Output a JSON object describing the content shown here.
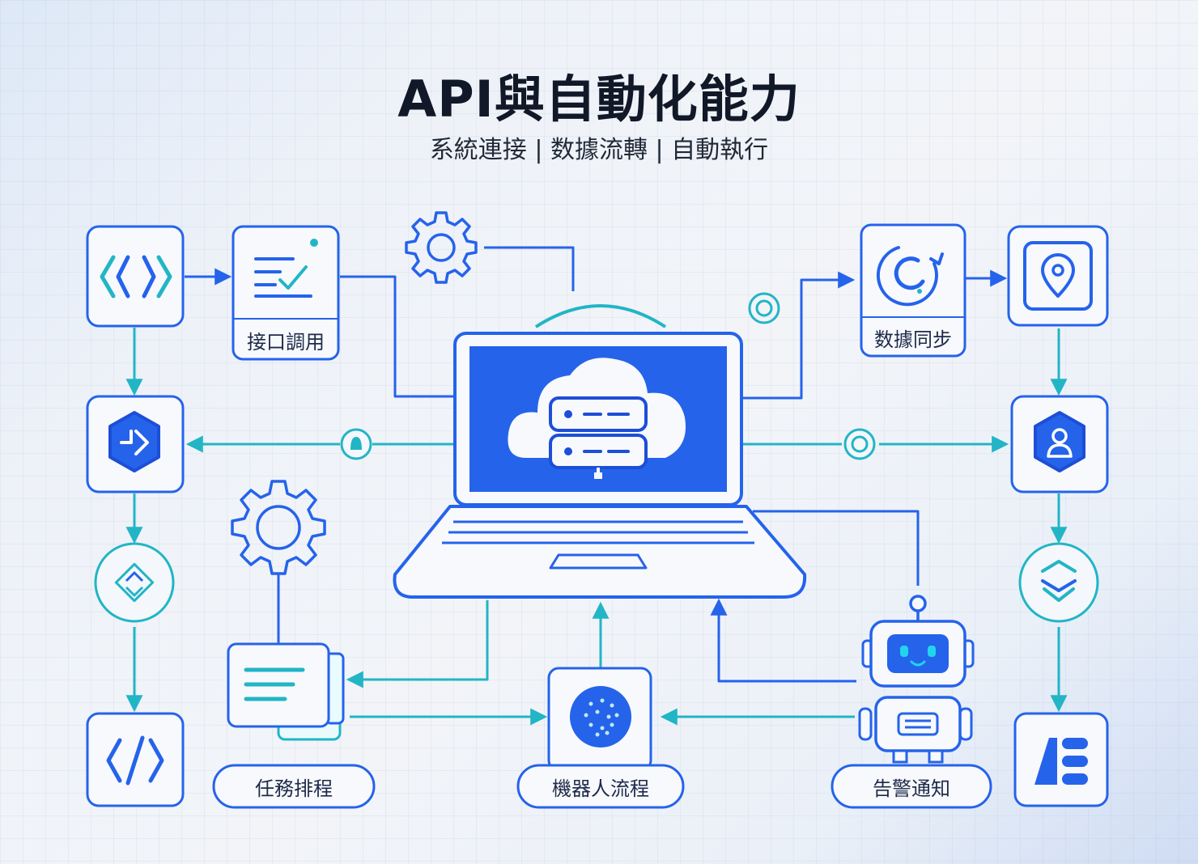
{
  "title": "API與自動化能力",
  "subtitle": "系統連接 | 数據流轉 | 自動執行",
  "labels": {
    "api_call": "接口調用",
    "data_sync": "数據同步",
    "task_schedule": "任務排程",
    "robot_flow": "機器人流程",
    "alert_notify": "告警通知"
  },
  "colors": {
    "primary_blue": "#2563eb",
    "dark_blue": "#1d4ed8",
    "teal": "#22b5c6",
    "text": "#111827"
  },
  "icons": [
    "code-brackets-icon",
    "checklist-icon",
    "gear-icon",
    "sync-icon",
    "location-pin-icon",
    "deploy-icon",
    "target-icon",
    "user-badge-icon",
    "layers-icon",
    "code-slash-icon",
    "cloud-server-icon",
    "laptop-icon",
    "robot-icon",
    "document-icon",
    "dots-icon",
    "apps-icon"
  ]
}
